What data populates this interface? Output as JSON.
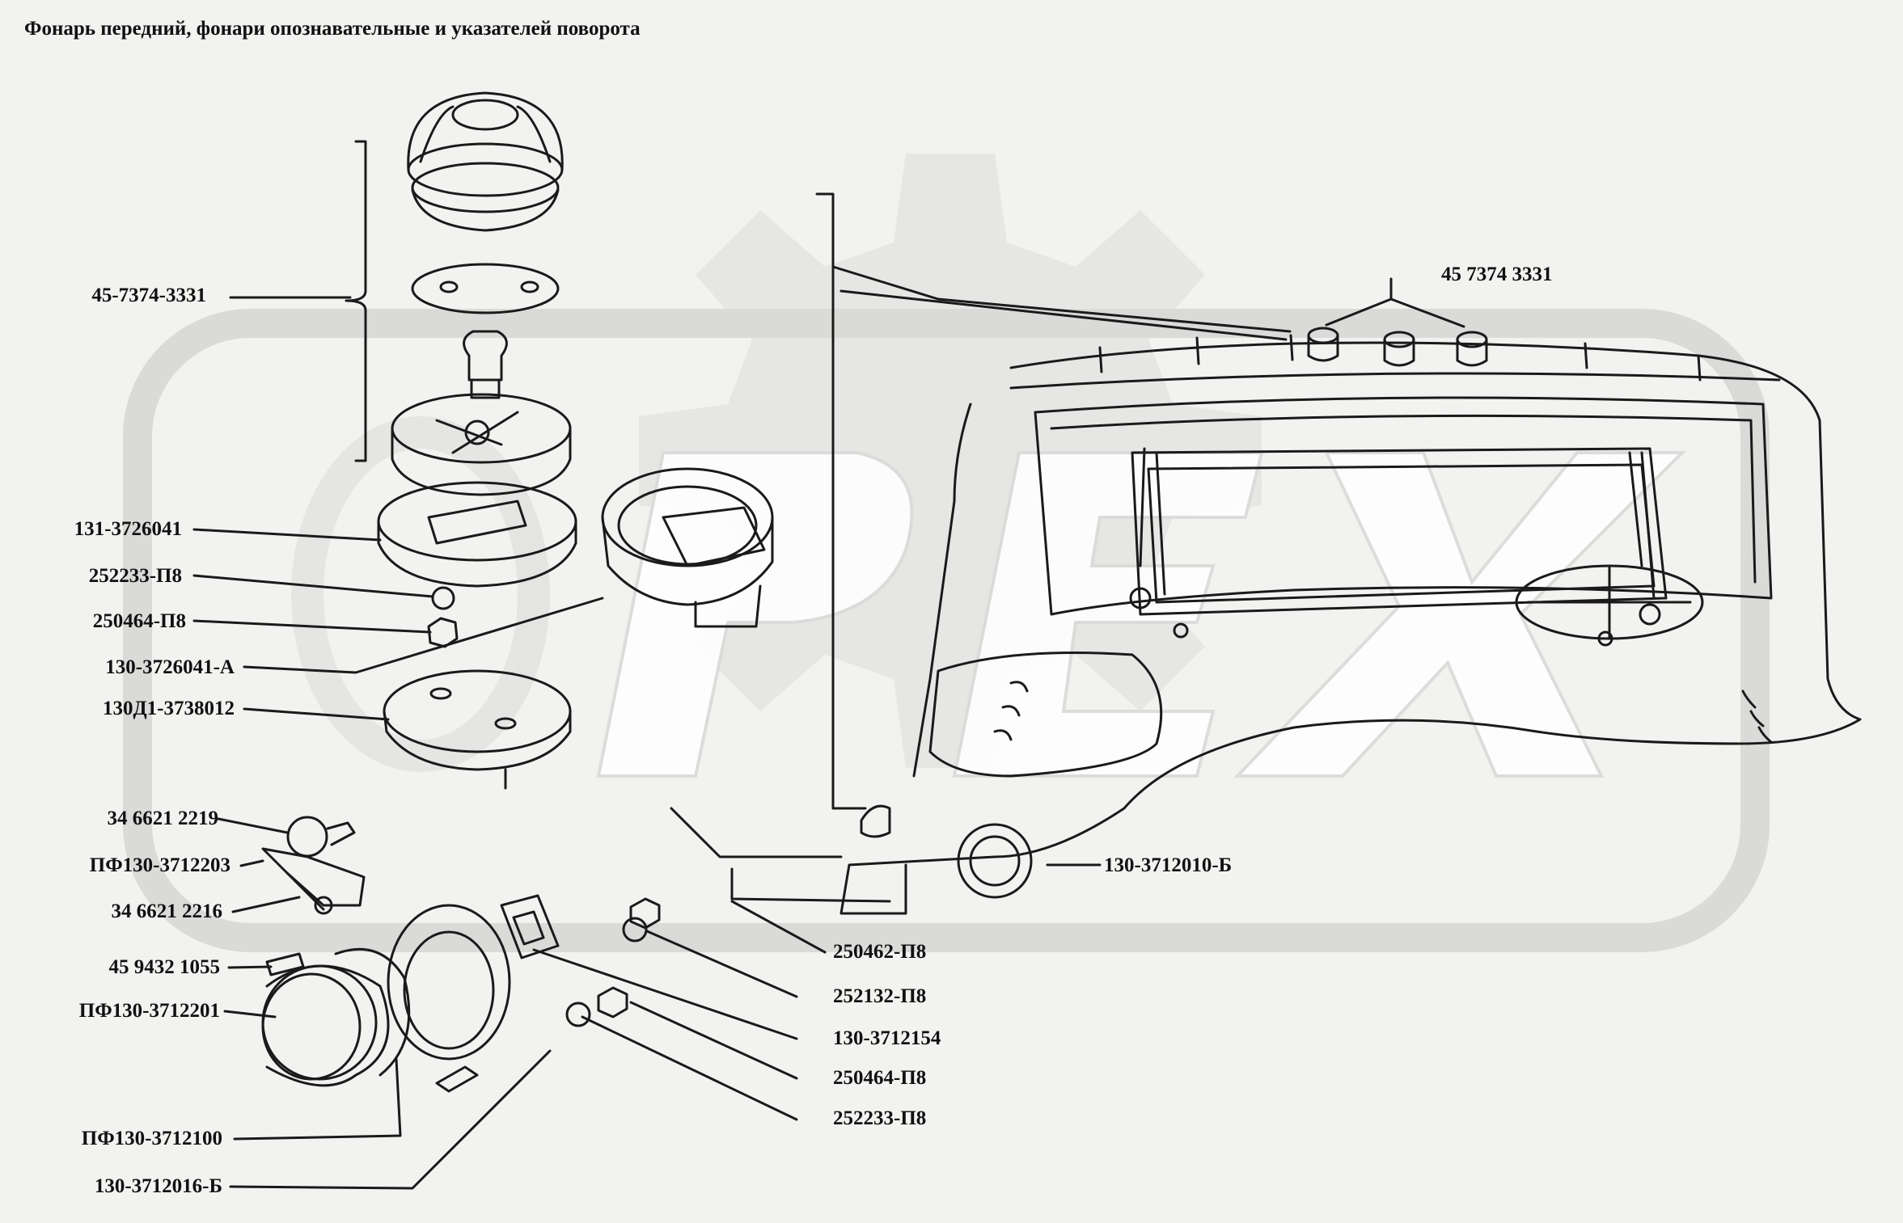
{
  "title": "Фонарь передний, фонари опознавательные и указателей поворота",
  "watermark": {
    "text": "OPEX",
    "color": "#d9d9d7"
  },
  "line_color": "#1a1a1a",
  "labels_left": [
    "45-7374-3331",
    "131-3726041",
    "252233-П8",
    "250464-П8",
    "130-3726041-А",
    "130Д1-3738012",
    "34 6621 2219",
    "ПФ130-3712203",
    "34 6621 2216",
    "45 9432 1055",
    "ПФ130-3712201",
    "ПФ130-3712100",
    "130-3712016-Б"
  ],
  "labels_right": [
    "45 7374 3331",
    "130-3712010-Б",
    "250462-П8",
    "252132-П8",
    "130-3712154",
    "250464-П8",
    "252233-П8"
  ]
}
